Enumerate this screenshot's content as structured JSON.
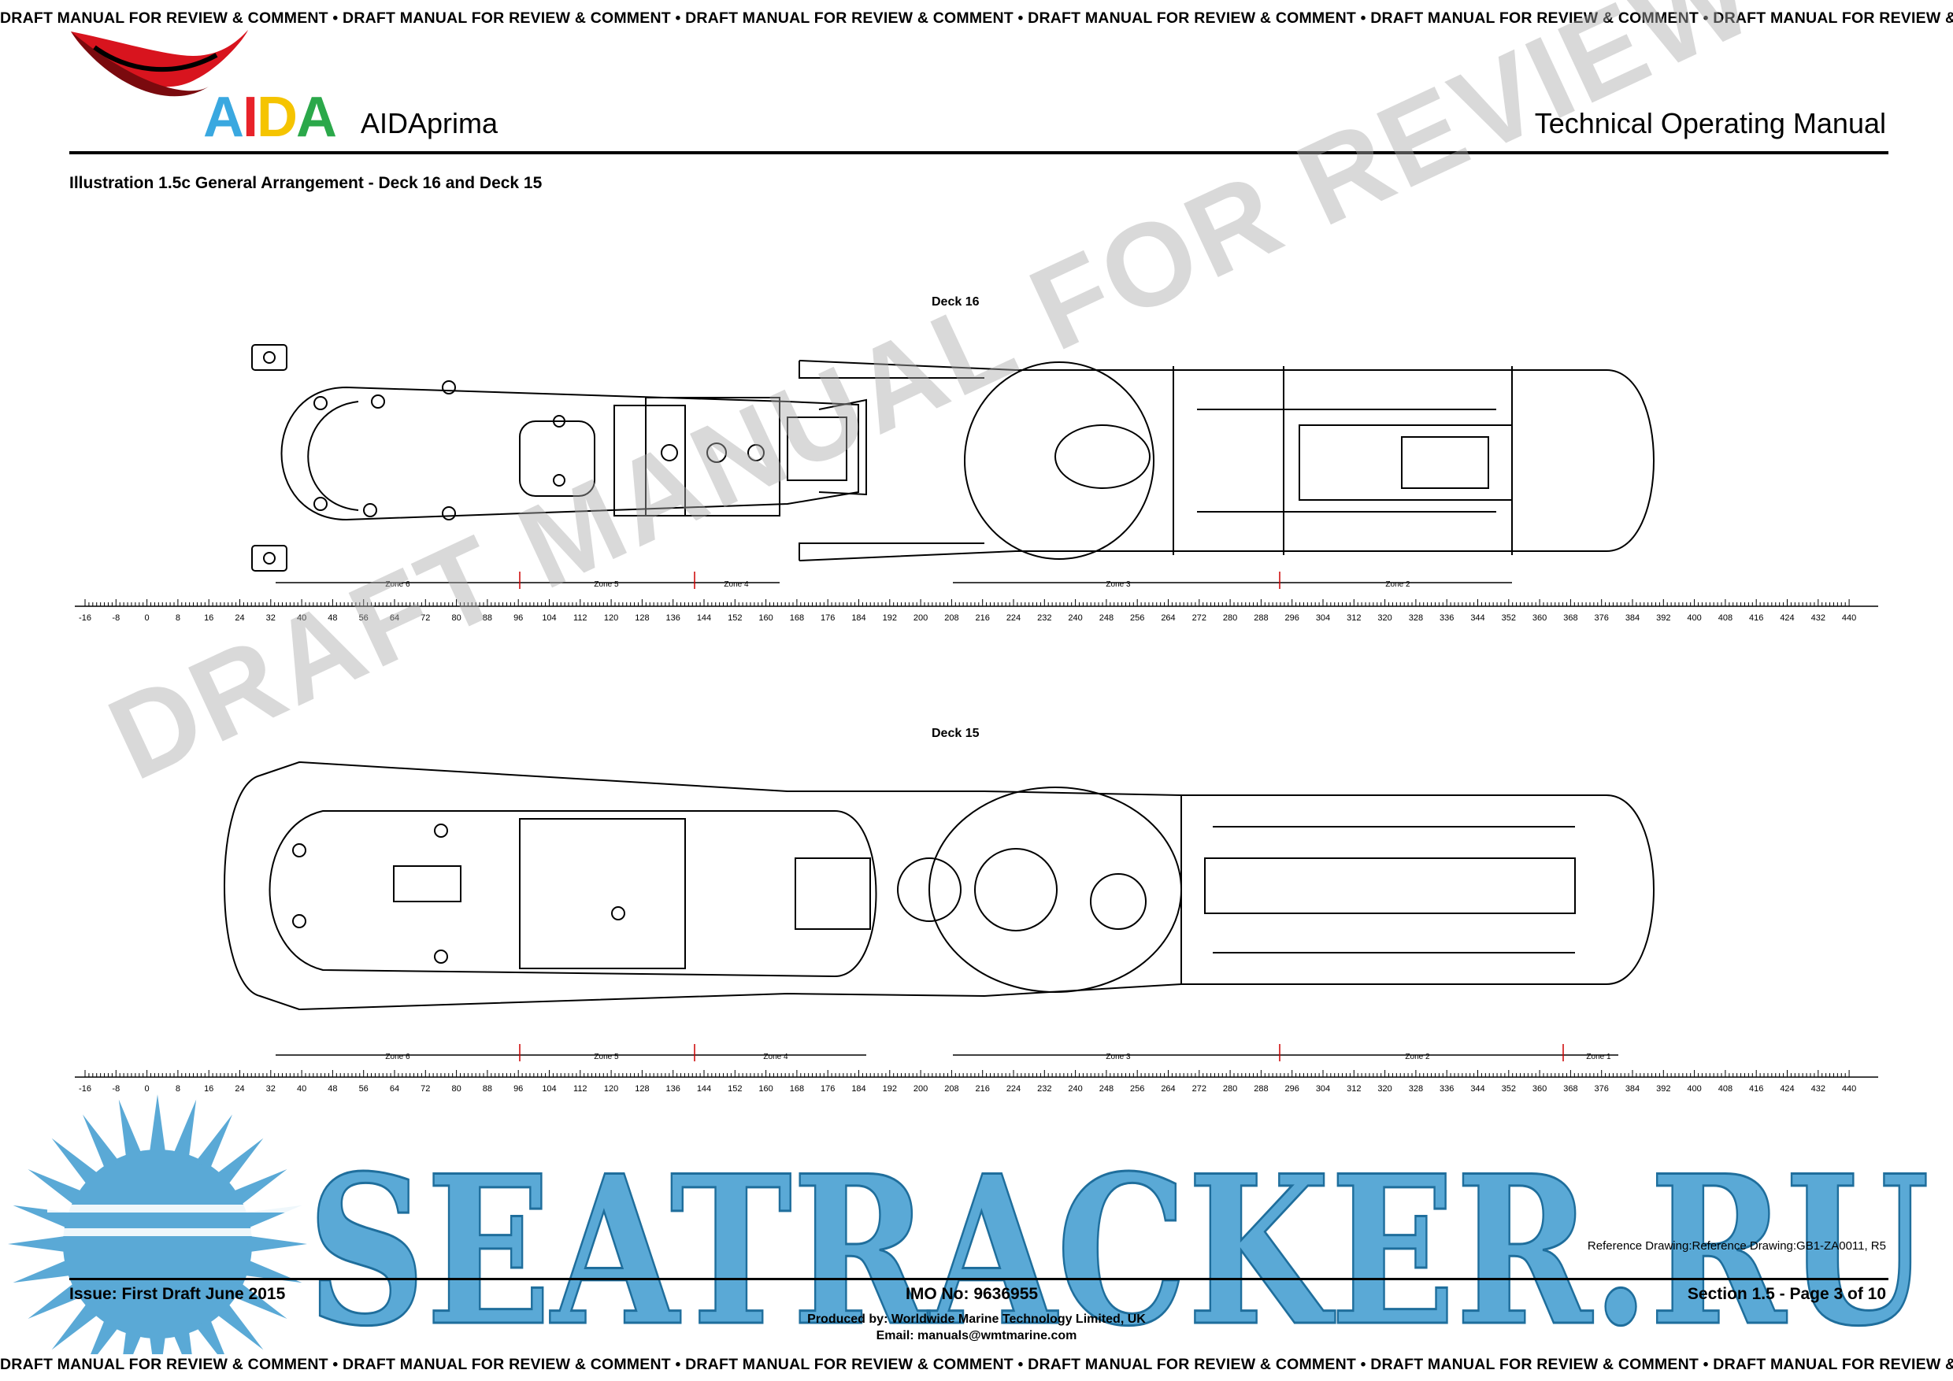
{
  "banner": {
    "top": "DRAFT MANUAL FOR REVIEW & COMMENT • DRAFT MANUAL FOR REVIEW & COMMENT • DRAFT MANUAL FOR REVIEW & COMMENT • DRAFT MANUAL FOR REVIEW & COMMENT • DRAFT MANUAL FOR REVIEW & COMMENT  • DRAFT MANUAL FOR REVIEW & COMMENT",
    "bottom": "DRAFT MANUAL FOR REVIEW & COMMENT • DRAFT MANUAL FOR REVIEW & COMMENT • DRAFT MANUAL FOR REVIEW & COMMENT • DRAFT MANUAL FOR REVIEW & COMMENT • DRAFT MANUAL FOR REVIEW & COMMENT  • DRAFT MANUAL FOR REVIEW & COMMENT"
  },
  "header": {
    "logo_text": "AIDA",
    "logo_colors": [
      "#3aa8e0",
      "#e8232a",
      "#f5c400",
      "#2ba84a"
    ],
    "ship_name": "AIDAprima",
    "manual_title": "Technical Operating Manual",
    "illustration_title": "Illustration 1.5c General Arrangement - Deck 16 and Deck 15"
  },
  "watermark": "DRAFT MANUAL FOR REVIEW & COMMENT",
  "decks": [
    {
      "label": "Deck 16",
      "zones": [
        "Zone 6",
        "Zone 5",
        "Zone 4",
        "Zone 3",
        "Zone 2"
      ]
    },
    {
      "label": "Deck 15",
      "zones": [
        "Zone 6",
        "Zone 5",
        "Zone 4",
        "Zone 3",
        "Zone 2",
        "Zone 1"
      ]
    }
  ],
  "frame_scale": [
    "-16",
    "-8",
    "0",
    "8",
    "16",
    "24",
    "32",
    "40",
    "48",
    "56",
    "64",
    "72",
    "80",
    "88",
    "96",
    "104",
    "112",
    "120",
    "128",
    "136",
    "144",
    "152",
    "160",
    "168",
    "176",
    "184",
    "192",
    "200",
    "208",
    "216",
    "224",
    "232",
    "240",
    "248",
    "256",
    "264",
    "272",
    "280",
    "288",
    "296",
    "304",
    "312",
    "320",
    "328",
    "336",
    "344",
    "352",
    "360",
    "368",
    "376",
    "384",
    "392",
    "400",
    "408",
    "416",
    "424",
    "432",
    "440"
  ],
  "footer": {
    "reference": "Reference Drawing:Reference Drawing:GB1-ZA0011, R5",
    "issue": "Issue: First Draft June 2015",
    "imo": "IMO No: 9636955",
    "section": "Section 1.5  -  Page 3 of 10",
    "produced_by": "Produced by: Worldwide Marine Technology Limited, UK",
    "email": "Email: manuals@wmtmarine.com"
  },
  "overlay_text": "SEATRACKER.RU",
  "overlay_color": "#5aa9d6"
}
